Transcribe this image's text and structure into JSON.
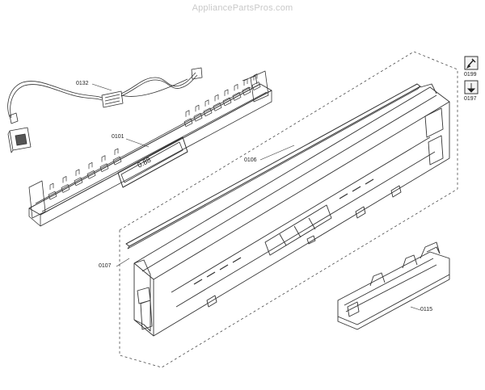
{
  "watermark": "AppliancePartsPros.com",
  "callouts": {
    "p0132": "0132",
    "p0101": "0101",
    "p0106": "0106",
    "p0107": "0107",
    "p0115": "0115",
    "p0199": "0199",
    "p0197": "0197"
  },
  "display_text": "0.88"
}
